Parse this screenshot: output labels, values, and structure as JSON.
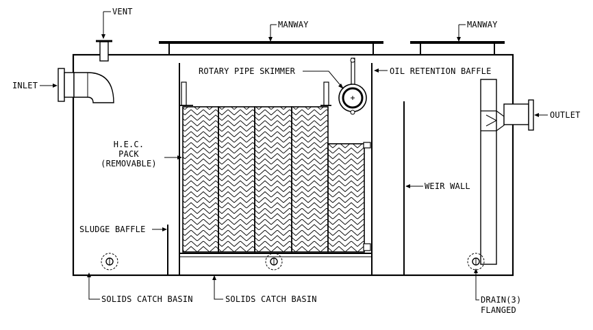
{
  "labels": {
    "vent": "VENT",
    "manway_left": "MANWAY",
    "manway_right": "MANWAY",
    "inlet": "INLET",
    "outlet": "OUTLET",
    "rotary_pipe_skimmer": "ROTARY PIPE SKIMMER",
    "oil_retention_baffle": "OIL RETENTION BAFFLE",
    "hec_pack_line1": "H.E.C.",
    "hec_pack_line2": "PACK",
    "hec_pack_line3": "(REMOVABLE)",
    "weir_wall": "WEIR WALL",
    "sludge_baffle": "SLUDGE BAFFLE",
    "solids_catch_basin_left": "SOLIDS CATCH BASIN",
    "solids_catch_basin_mid": "SOLIDS CATCH BASIN",
    "drain_line1": "DRAIN(3)",
    "drain_line2": "FLANGED"
  }
}
